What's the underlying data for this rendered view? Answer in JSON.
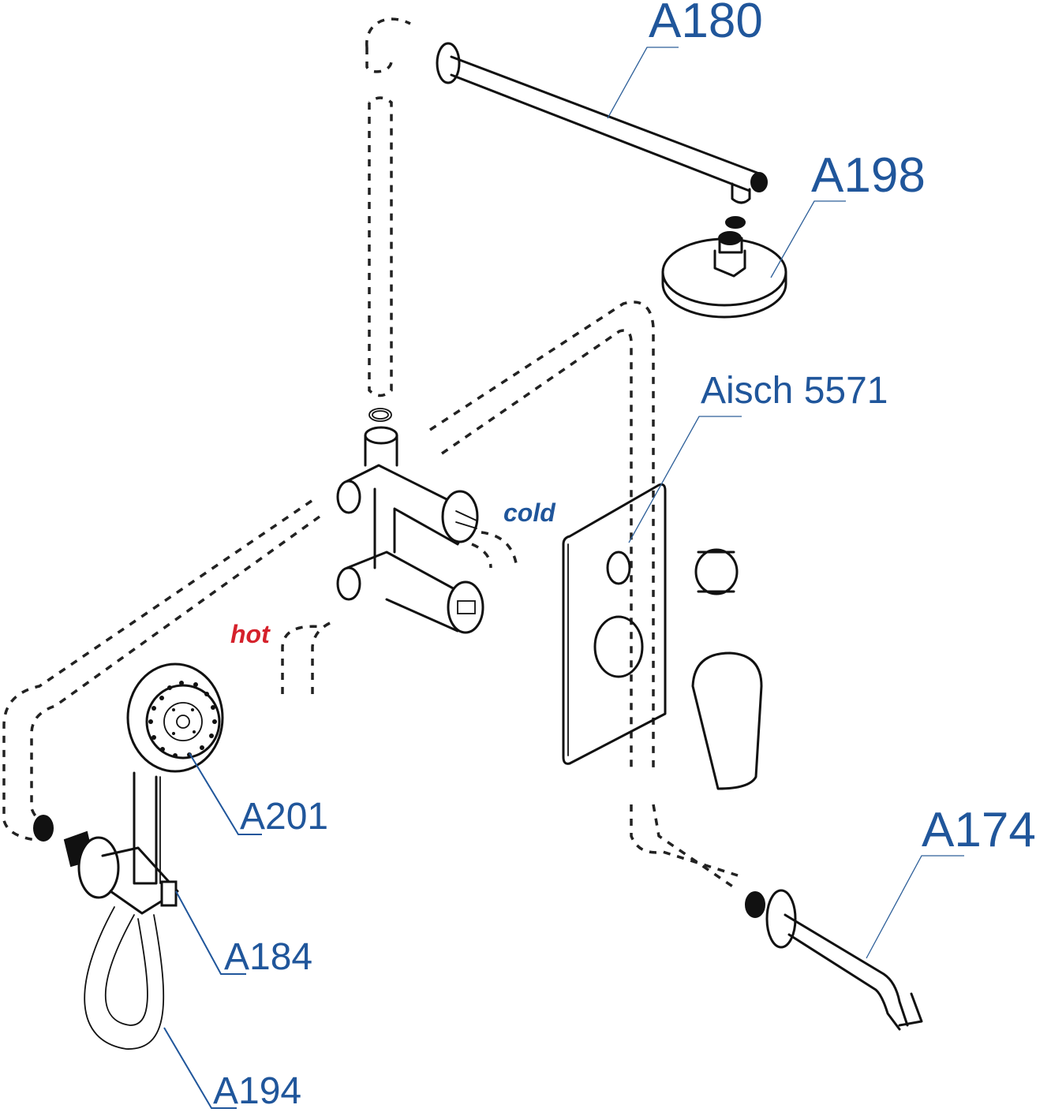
{
  "diagram": {
    "type": "exploded-parts-diagram",
    "subject": "concealed shower mixer set",
    "parts": [
      {
        "id": "A180",
        "label": "A180",
        "description": "wall shower arm"
      },
      {
        "id": "A198",
        "label": "A198",
        "description": "overhead shower head"
      },
      {
        "id": "aisch-5571",
        "label": "Aisch 5571",
        "description": "mixer trim plate and lever"
      },
      {
        "id": "A201",
        "label": "A201",
        "description": "hand shower"
      },
      {
        "id": "A184",
        "label": "A184",
        "description": "wall outlet with holder"
      },
      {
        "id": "A194",
        "label": "A194",
        "description": "shower hose"
      },
      {
        "id": "A174",
        "label": "A174",
        "description": "bath spout"
      }
    ],
    "flow_labels": {
      "cold": "cold",
      "hot": "hot"
    },
    "colors": {
      "label_blue": "#20569b",
      "hot_red": "#d5212b",
      "line": "#111111"
    }
  }
}
